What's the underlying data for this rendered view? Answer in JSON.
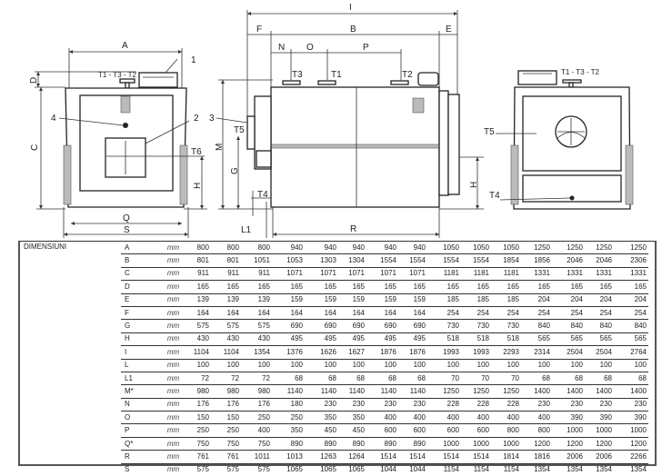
{
  "drawing": {
    "front_view": {
      "dim_A": "A",
      "dim_C": "C",
      "dim_D": "D",
      "dim_H": "H",
      "dim_Q": "Q",
      "dim_S": "S",
      "dim_M": "M",
      "connections": "T1 - T3 - T2",
      "callout_1": "1",
      "callout_2": "2",
      "callout_3": "3",
      "callout_4": "4",
      "T6": "T6"
    },
    "side_view": {
      "dim_I": "I",
      "dim_F": "F",
      "dim_B": "B",
      "dim_E": "E",
      "dim_N": "N",
      "dim_O": "O",
      "dim_P": "P",
      "dim_G": "G",
      "dim_H": "H",
      "dim_L1": "L1",
      "dim_R": "R",
      "T1": "T1",
      "T2": "T2",
      "T3": "T3",
      "T4": "T4",
      "T5": "T5"
    },
    "rear_view": {
      "connections": "T1 - T3 - T2",
      "T4": "T4",
      "T5": "T5"
    }
  },
  "table": {
    "title": "DIMENSIUNI",
    "unit": "mm",
    "rows": [
      {
        "key": "A",
        "values": [
          800,
          800,
          800,
          940,
          940,
          940,
          940,
          940,
          1050,
          1050,
          1050,
          1250,
          1250,
          1250,
          1250
        ]
      },
      {
        "key": "B",
        "values": [
          801,
          801,
          1051,
          1053,
          1303,
          1304,
          1554,
          1554,
          1554,
          1554,
          1854,
          1856,
          2046,
          2046,
          2306
        ]
      },
      {
        "key": "C",
        "values": [
          911,
          911,
          911,
          1071,
          1071,
          1071,
          1071,
          1071,
          1181,
          1181,
          1181,
          1331,
          1331,
          1331,
          1331
        ]
      },
      {
        "key": "D",
        "values": [
          165,
          165,
          165,
          165,
          165,
          165,
          165,
          165,
          165,
          165,
          165,
          165,
          165,
          165,
          165
        ]
      },
      {
        "key": "E",
        "values": [
          139,
          139,
          139,
          159,
          159,
          159,
          159,
          159,
          185,
          185,
          185,
          204,
          204,
          204,
          204
        ]
      },
      {
        "key": "F",
        "values": [
          164,
          164,
          164,
          164,
          164,
          164,
          164,
          164,
          254,
          254,
          254,
          254,
          254,
          254,
          254
        ]
      },
      {
        "key": "G",
        "values": [
          575,
          575,
          575,
          690,
          690,
          690,
          690,
          690,
          730,
          730,
          730,
          840,
          840,
          840,
          840
        ]
      },
      {
        "key": "H",
        "values": [
          430,
          430,
          430,
          495,
          495,
          495,
          495,
          495,
          518,
          518,
          518,
          565,
          565,
          565,
          565
        ]
      },
      {
        "key": "I",
        "values": [
          1104,
          1104,
          1354,
          1376,
          1626,
          1627,
          1876,
          1876,
          1993,
          1993,
          2293,
          2314,
          2504,
          2504,
          2764
        ]
      },
      {
        "key": "L",
        "values": [
          100,
          100,
          100,
          100,
          100,
          100,
          100,
          100,
          100,
          100,
          100,
          100,
          100,
          100,
          100
        ]
      },
      {
        "key": "L1",
        "values": [
          72,
          72,
          72,
          68,
          68,
          68,
          68,
          68,
          70,
          70,
          70,
          68,
          68,
          68,
          68
        ]
      },
      {
        "key": "M*",
        "values": [
          980,
          980,
          980,
          1140,
          1140,
          1140,
          1140,
          1140,
          1250,
          1250,
          1250,
          1400,
          1400,
          1400,
          1400
        ]
      },
      {
        "key": "N",
        "values": [
          176,
          176,
          176,
          180,
          230,
          230,
          230,
          230,
          228,
          228,
          228,
          230,
          230,
          230,
          230
        ]
      },
      {
        "key": "O",
        "values": [
          150,
          150,
          250,
          250,
          350,
          350,
          400,
          400,
          400,
          400,
          400,
          400,
          390,
          390,
          390
        ]
      },
      {
        "key": "P",
        "values": [
          250,
          250,
          400,
          350,
          450,
          450,
          600,
          600,
          600,
          600,
          800,
          800,
          1000,
          1000,
          1000
        ]
      },
      {
        "key": "Q*",
        "values": [
          750,
          750,
          750,
          890,
          890,
          890,
          890,
          890,
          1000,
          1000,
          1000,
          1200,
          1200,
          1200,
          1200
        ]
      },
      {
        "key": "R",
        "values": [
          761,
          761,
          1011,
          1013,
          1263,
          1264,
          1514,
          1514,
          1514,
          1514,
          1814,
          1816,
          2006,
          2006,
          2266
        ]
      },
      {
        "key": "S",
        "values": [
          575,
          575,
          575,
          1065,
          1065,
          1065,
          1044,
          1044,
          1154,
          1154,
          1154,
          1354,
          1354,
          1354,
          1354
        ]
      }
    ]
  }
}
